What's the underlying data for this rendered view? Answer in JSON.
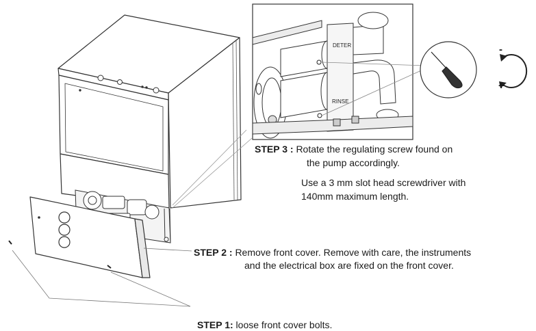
{
  "steps": {
    "step3": {
      "label": "STEP 3 :",
      "line1": "Rotate the  regulating screw found on",
      "line2": "the pump accordingly.",
      "line3": "Use a 3 mm slot head screwdriver with",
      "line4": "140mm maximum length."
    },
    "step2": {
      "label": "STEP 2 :",
      "line1": "Remove front cover. Remove with care, the instruments",
      "line2": "and the electrical box are fixed on the front cover."
    },
    "step1": {
      "label": "STEP 1:",
      "line1": "loose front cover bolts."
    }
  },
  "detail": {
    "deter_label": "DETER",
    "rinse_label": "RINSE"
  },
  "rotation": {
    "minus_sign": "-",
    "plus_sign": "+"
  }
}
